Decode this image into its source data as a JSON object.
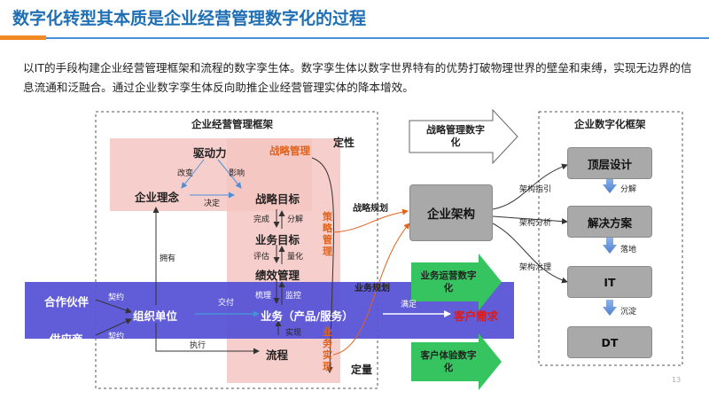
{
  "slide": {
    "title": "数字化转型其本质是企业经营管理数字化的过程",
    "intro": "以IT的手段构建企业经营管理框架和流程的数字孪生体。数字孪生体以数字世界特有的优势打破物理世界的壁垒和束缚，实现无边界的信息流通和泛融合。通过企业数字孪生体反向助推企业经营管理实体的降本增效。",
    "page_number": "13"
  },
  "left_frame": {
    "title": "企业经营管理框架",
    "dingxing": "定性",
    "dingliang": "定量",
    "nodes": {
      "qudongli": "驱动力",
      "zhanlue_guanli": "战略管理",
      "qiye_linian": "企业理念",
      "zhanlue_mubiao": "战略目标",
      "yewu_mubiao": "业务目标",
      "jixiao_guanli": "绩效管理",
      "hezuo_huoban": "合作伙伴",
      "gongyingshang": "供应商",
      "zuzhi_danwei": "组织单位",
      "yewu": "业务（产品/服务）",
      "liucheng": "流程",
      "kehu_xuqiu": "客户需求"
    },
    "vertical_labels": {
      "celue_guanli": "策略管理",
      "yewu_shixian": "业务实现"
    },
    "edge_labels": {
      "gaibian": "改变",
      "yingxiang": "影响",
      "jueding": "决定",
      "wancheng": "完成",
      "fenjie": "分解",
      "pinggu": "评估",
      "lianghua": "量化",
      "yongyou": "拥有",
      "qiyue1": "契约",
      "qiyue2": "契约",
      "jiaofu": "交付",
      "shuli": "梳理",
      "jiankong": "监控",
      "shixian": "实现",
      "zhixing": "执行",
      "manzu": "满足"
    }
  },
  "middle": {
    "zhanlue_arrow": "战略管理数字化",
    "zhanlue_guihua": "战略规划",
    "yewu_guihua": "业务规划",
    "qiye_jiagou": "企业架构",
    "yewu_yunying": "业务运营数字化",
    "kehu_tiyan": "客户体验数字化"
  },
  "right_frame": {
    "title": "企业数字化框架",
    "nodes": {
      "dingceng_sheji": "顶层设计",
      "jiejue_fangan": "解决方案",
      "it": "IT",
      "dt": "DT"
    },
    "edge_labels": {
      "jiagou_zhiyin": "架构指引",
      "jiagou_fenxi": "架构分析",
      "jiagou_zhili": "架构治理",
      "fenjie": "分解",
      "luodi": "落地",
      "chendian": "沉淀"
    }
  },
  "colors": {
    "title_blue": "#1f6fb5",
    "accent_orange": "#f08a24",
    "purple_band": "#5b55d6",
    "pink_region": "#f4c6c2",
    "green_arrow": "#35c460",
    "gray_node": "#a9a9a9",
    "red_text": "#e8180c",
    "orange_text": "#e0621b"
  }
}
